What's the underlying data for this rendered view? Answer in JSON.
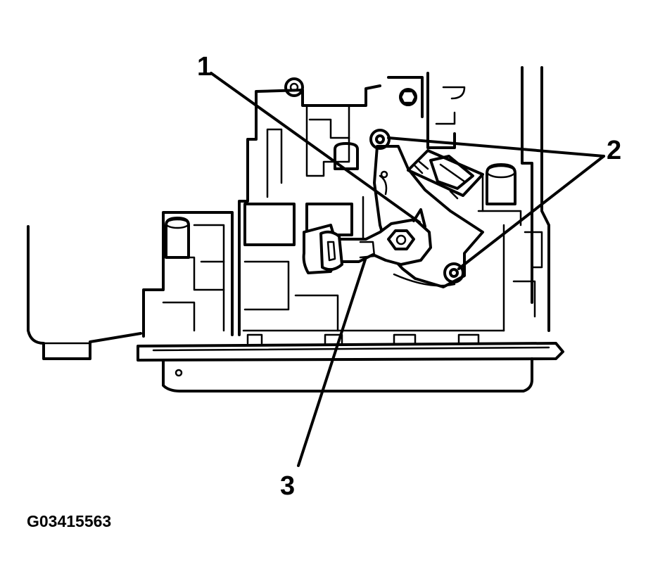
{
  "callouts": {
    "one": "1",
    "two": "2",
    "three": "3"
  },
  "figure_id": "G03415563"
}
